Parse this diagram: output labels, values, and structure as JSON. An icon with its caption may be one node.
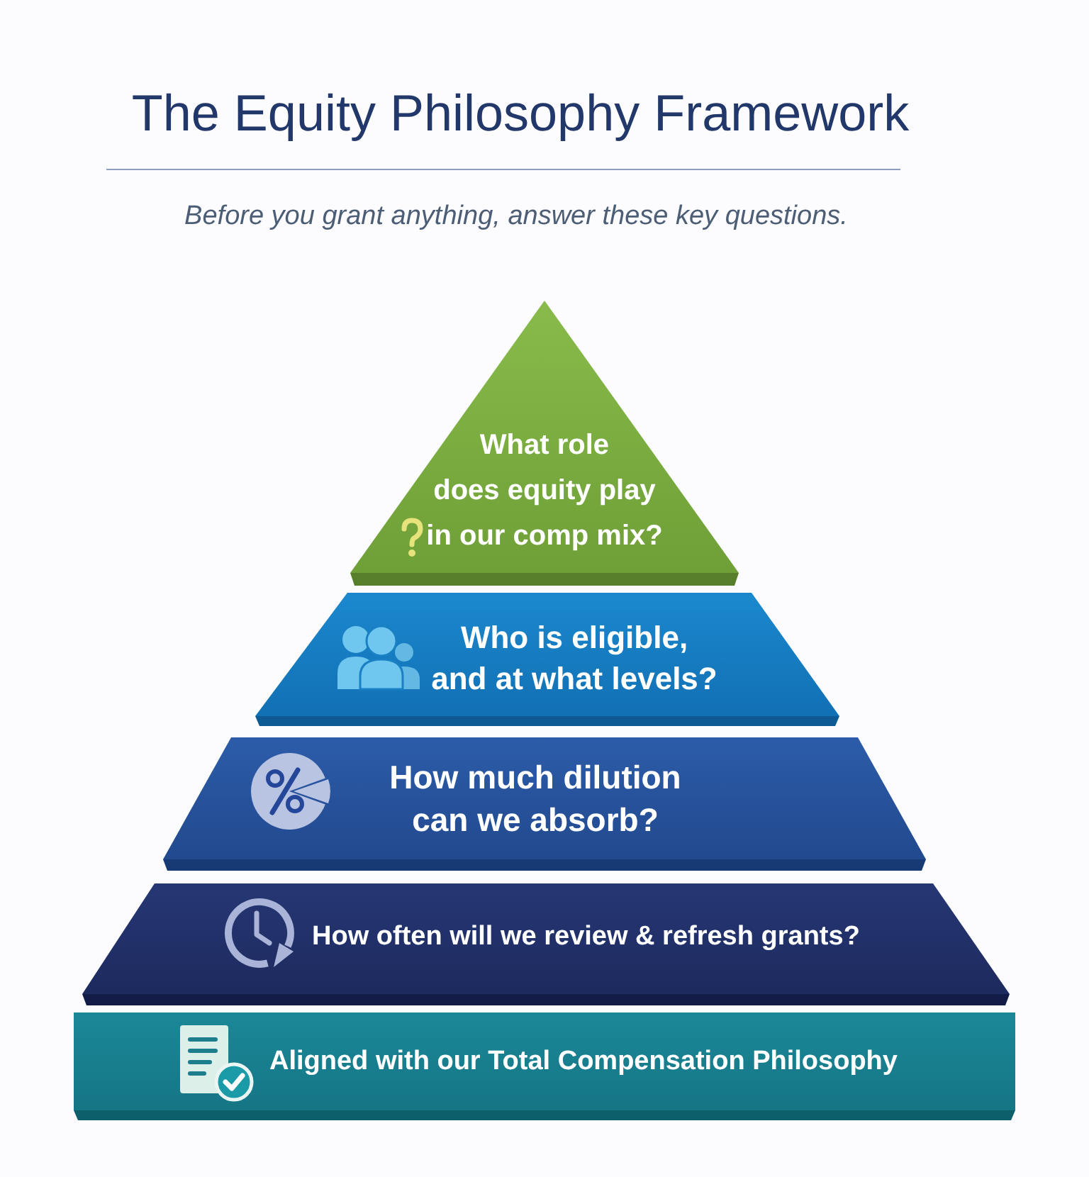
{
  "diagram": {
    "title": "The Equity Philosophy Framework",
    "nodes": [
      {
        "text": [
          "What role does equity play in our comp mix?"
        ]
      },
      {
        "text": [
          "Who is eligible, and at what levels?"
        ]
      },
      {
        "text": [
          "How much dilution can we absorb?"
        ]
      },
      {
        "text": [
          "How often will we review & refresh grants?"
        ]
      },
      {
        "text": [
          "Aligned with our Total Compensation Philosophy"
        ]
      }
    ],
    "labels": [
      "Before you grant anything, answer these key questions."
    ]
  }
}
